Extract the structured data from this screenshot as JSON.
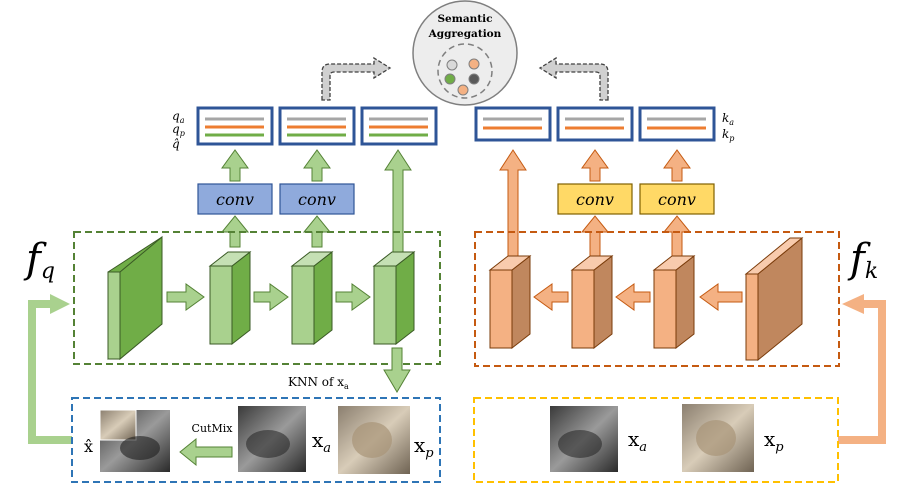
{
  "semantic": {
    "line1": "Semantic",
    "line2": "Aggregation"
  },
  "query": {
    "encoder_label": "f",
    "encoder_sub": "q",
    "labels": [
      "q_a",
      "q_p",
      "q̂"
    ],
    "conv1": "conv",
    "conv2": "conv",
    "knn_label": "KNN of x_a",
    "cutmix": "CutMix",
    "x_hat": "x̂",
    "xa": "x_a",
    "xp": "x_p"
  },
  "key": {
    "encoder_label": "f",
    "encoder_sub": "k",
    "labels": [
      "k_a",
      "k_p"
    ],
    "conv1": "conv",
    "conv2": "conv",
    "xa": "x_a",
    "xp": "x_p"
  },
  "colors": {
    "green": "#a9d18e",
    "green_dark": "#548235",
    "green_side": "#70ad47",
    "orange": "#f4b183",
    "orange_dark": "#c55a11",
    "orange_side": "#c0875e",
    "blue_box": "#2f5597",
    "blue_conv": "#8faadc",
    "yellow_conv": "#ffd966",
    "gray_line": "#a6a6a6",
    "orange_line": "#ed7d31",
    "green_line": "#70ad47"
  }
}
